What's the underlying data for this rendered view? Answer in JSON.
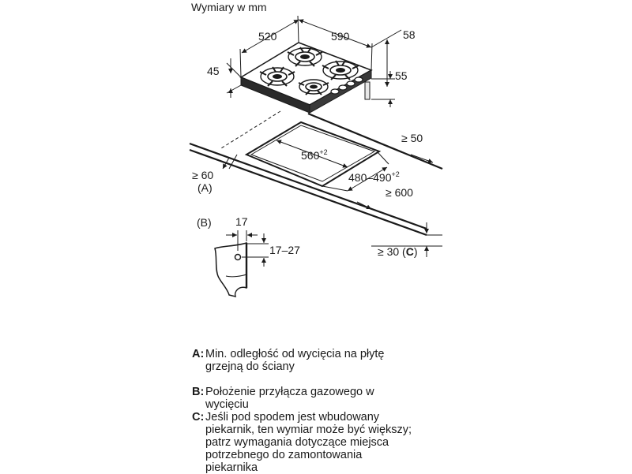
{
  "header": {
    "units_title": "Wymiary w mm"
  },
  "dimensions": {
    "hob_depth": "520",
    "hob_width": "590",
    "hob_height_total": "58",
    "hob_height_front": "45",
    "hob_height_below": "55",
    "cutout_width": "560",
    "cutout_width_tol": "+2",
    "cutout_depth": "480–490",
    "cutout_depth_tol": "+2",
    "wall_clear": "≥ 50",
    "front_clear": "≥ 60",
    "side_clear": "≥ 600",
    "below_clear": "≥ 30 (",
    "gas_offset": "17",
    "gas_height": "17–27"
  },
  "labels": {
    "a": "(A)",
    "b": "(B)",
    "c": "C",
    "c_close": ")"
  },
  "legend": [
    {
      "key": "A:",
      "lines": [
        "Min. odległość od wycięcia na płytę",
        "grzejną do ściany"
      ]
    },
    {
      "key": "B:",
      "lines": [
        "Położenie przyłącza gazowego w",
        "wycięciu"
      ]
    },
    {
      "key": "C:",
      "lines": [
        "Jeśli pod spodem jest wbudowany",
        "piekarnik, ten wymiar może być większy;",
        "patrz wymagania dotyczące miejsca",
        "potrzebnego do zamontowania",
        "piekarnika"
      ]
    }
  ]
}
